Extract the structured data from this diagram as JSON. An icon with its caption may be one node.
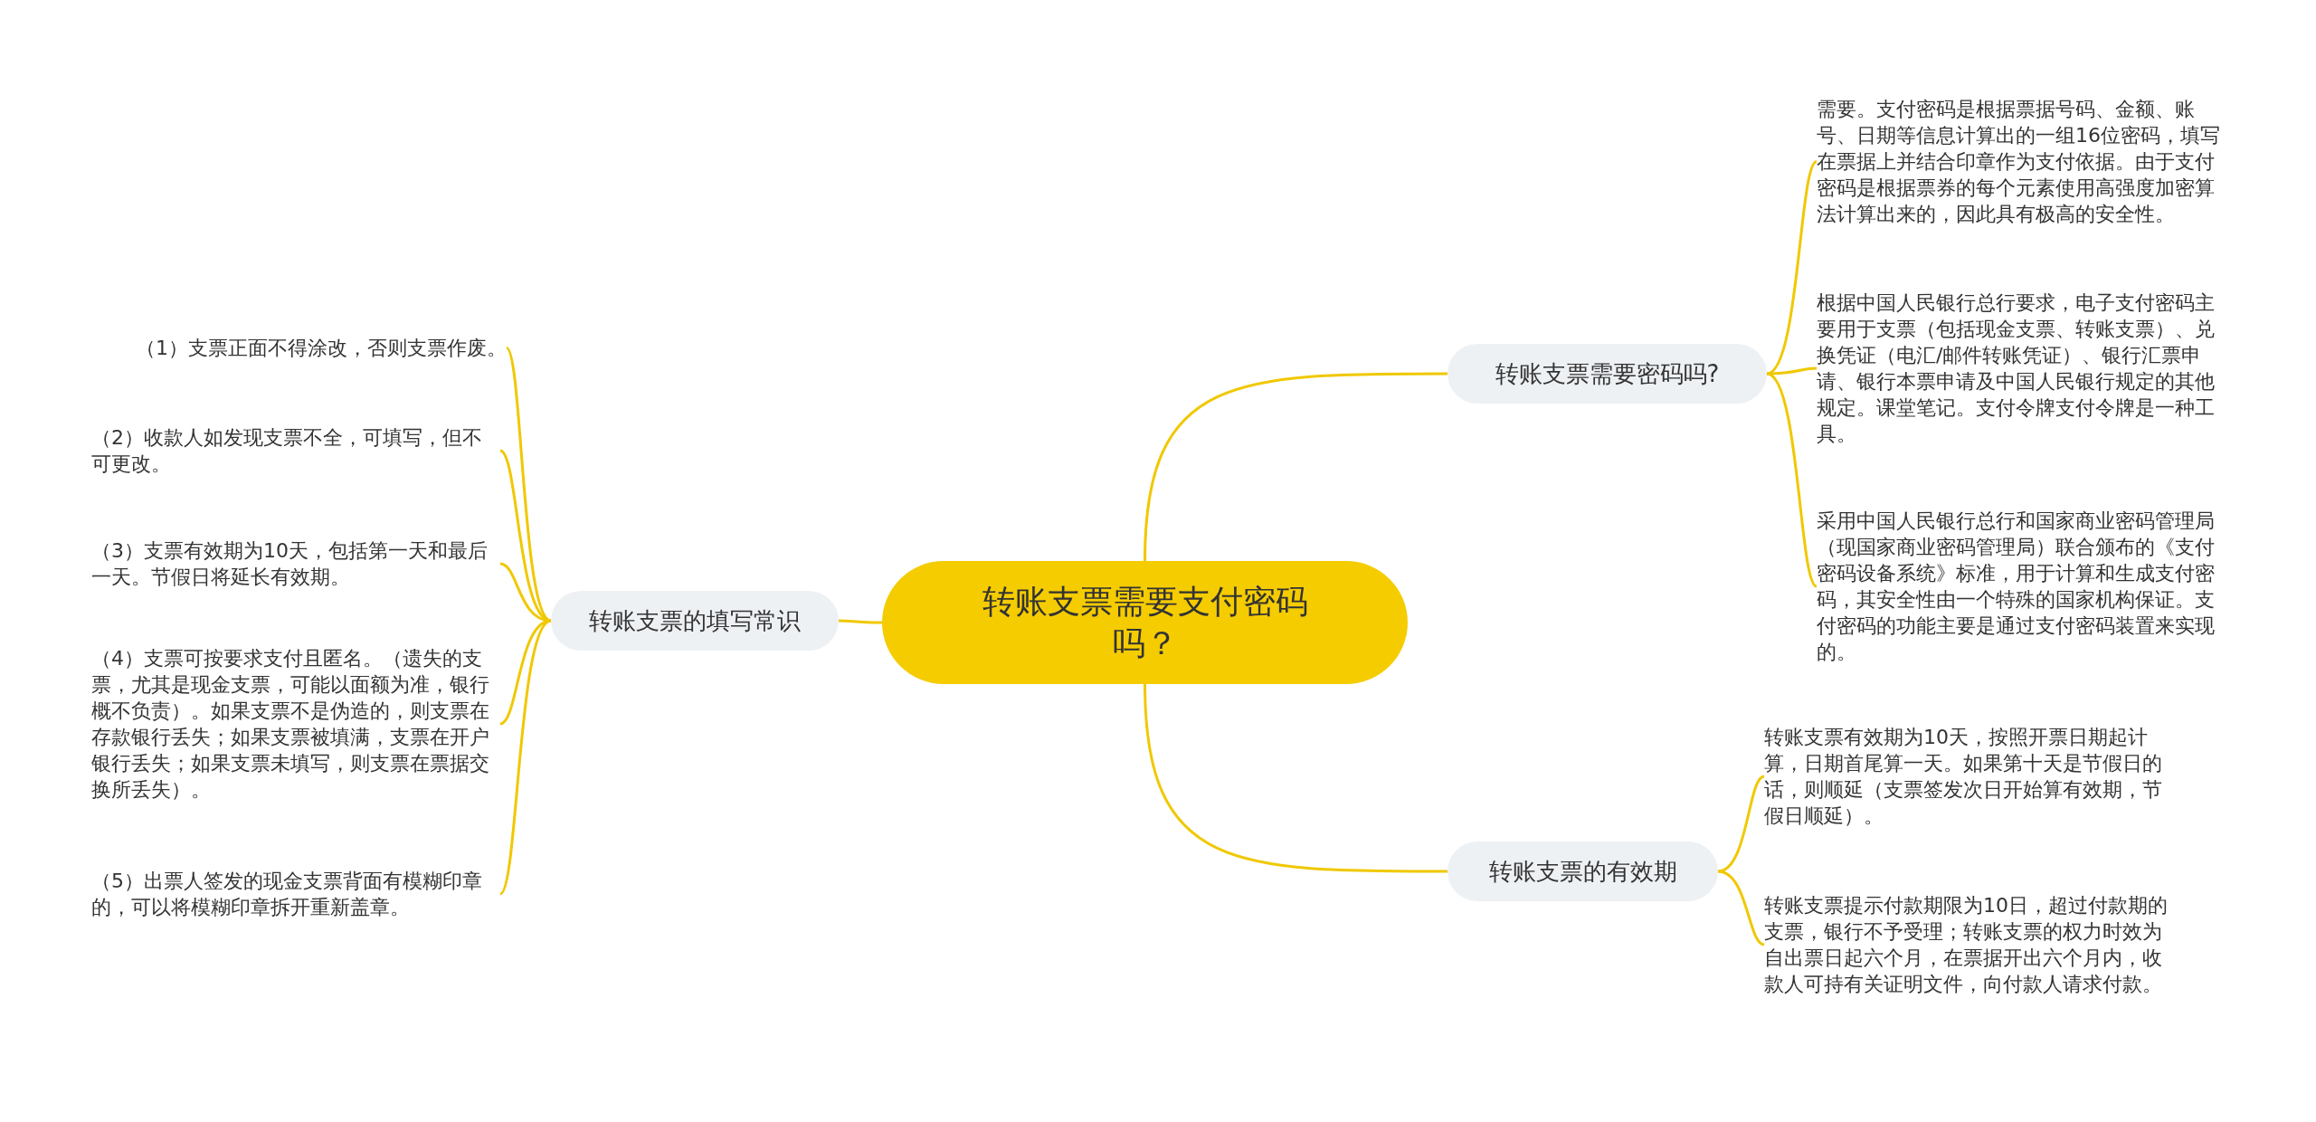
{
  "diagram": {
    "nodes": [
      {
        "text": [
          "转账支票需要支付密码吗？"
        ]
      },
      {
        "text": [
          "转账支票需要密码吗?"
        ]
      },
      {
        "text": [
          "需要。支付密码是根据票据号码、金额、账号、日期等信息计算出的一组16位密码，填写在票据上并结合印章作为支付依据。由于支付密码是根据票券的每个元素使用高强度加密算法计算出来的，因此具有极高的安全性。"
        ]
      },
      {
        "text": [
          "根据中国人民银行总行要求，电子支付密码主要用于支票（包括现金支票、转账支票）、兑换凭证（电汇/邮件转账凭证）、银行汇票申请、银行本票申请及中国人民银行规定的其他规定。课堂笔记。支付令牌支付令牌是一种工具。"
        ]
      },
      {
        "text": [
          "采用中国人民银行总行和国家商业密码管理局（现国家商业密码管理局）联合颁布的《支付密码设备系统》标准，用于计算和生成支付密码，其安全性由一个特殊的国家机构保证。支付密码的功能主要是通过支付密码装置来实现的。"
        ]
      },
      {
        "text": [
          "转账支票的有效期"
        ]
      },
      {
        "text": [
          "转账支票有效期为10天，按照开票日期起计算，日期首尾算一天。如果第十天是节假日的话，则顺延（支票签发次日开始算有效期，节假日顺延）。"
        ]
      },
      {
        "text": [
          "转账支票提示付款期限为10日，超过付款期的支票，银行不予受理；转账支票的权力时效为自出票日起六个月，在票据开出六个月内，收款人可持有关证明文件，向付款人请求付款。"
        ]
      },
      {
        "text": [
          "转账支票的填写常识"
        ]
      },
      {
        "text": [
          "（1）支票正面不得涂改，否则支票作废。"
        ]
      },
      {
        "text": [
          "（2）收款人如发现支票不全，可填写，但不可更改。"
        ]
      },
      {
        "text": [
          "（3）支票有效期为10天，包括第一天和最后一天。节假日将延长有效期。"
        ]
      },
      {
        "text": [
          "（4）支票可按要求支付且匿名。（遗失的支票，尤其是现金支票，可能以面额为准，银行概不负责）。如果支票不是伪造的，则支票在存款银行丢失；如果支票被填满，支票在开户银行丢失；如果支票未填写，则支票在票据交换所丢失）。"
        ]
      },
      {
        "text": [
          "（5）出票人签发的现金支票背面有模糊印章的，可以将模糊印章拆开重新盖章。"
        ]
      }
    ],
    "edges": [
      {
        "from": 0,
        "to": 1,
        "arrow": "none"
      },
      {
        "from": 1,
        "to": 2,
        "arrow": "none"
      },
      {
        "from": 1,
        "to": 3,
        "arrow": "none"
      },
      {
        "from": 1,
        "to": 4,
        "arrow": "none"
      },
      {
        "from": 0,
        "to": 5,
        "arrow": "none"
      },
      {
        "from": 5,
        "to": 6,
        "arrow": "none"
      },
      {
        "from": 5,
        "to": 7,
        "arrow": "none"
      },
      {
        "from": 0,
        "to": 8,
        "arrow": "none"
      },
      {
        "from": 8,
        "to": 9,
        "arrow": "none"
      },
      {
        "from": 8,
        "to": 10,
        "arrow": "none"
      },
      {
        "from": 8,
        "to": 11,
        "arrow": "none"
      },
      {
        "from": 8,
        "to": 12,
        "arrow": "none"
      },
      {
        "from": 8,
        "to": 13,
        "arrow": "none"
      }
    ]
  }
}
